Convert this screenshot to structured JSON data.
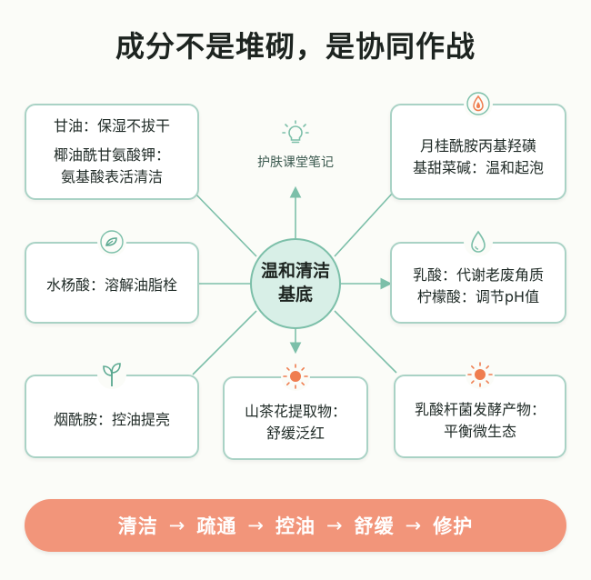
{
  "title": "成分不是堆砌，是协同作战",
  "center": {
    "line1": "温和清洁",
    "line2": "基底"
  },
  "top_note": {
    "label": "护肤课堂笔记",
    "icon": "lightbulb-icon"
  },
  "cards": {
    "glycerin": {
      "lines": [
        "甘油：保湿不拔干",
        "椰油酰甘氨酸钾：",
        "氨基酸表活清洁"
      ]
    },
    "lauramide": {
      "icon": "flame-droplet-icon",
      "lines": [
        "月桂酰胺丙基羟磺",
        "基甜菜碱：温和起泡"
      ]
    },
    "salicylic": {
      "icon": "leaf-circle-icon",
      "lines": [
        "水杨酸：溶解油脂栓"
      ]
    },
    "lactic": {
      "icon": "droplet-icon",
      "lines": [
        "乳酸：代谢老废角质",
        "柠檬酸：调节pH值"
      ]
    },
    "niacinamide": {
      "icon": "sprout-icon",
      "lines": [
        "烟酰胺：控油提亮"
      ]
    },
    "camellia": {
      "icon": "sun-icon",
      "lines": [
        "山茶花提取物：",
        "舒缓泛红"
      ]
    },
    "ferment": {
      "icon": "sun-icon",
      "lines": [
        "乳酸杆菌发酵产物：",
        "平衡微生态"
      ]
    }
  },
  "flow": {
    "steps": [
      "清洁",
      "疏通",
      "控油",
      "舒缓",
      "修护"
    ],
    "arrow": "→"
  },
  "colors": {
    "accent_green": "#7cbfa9",
    "card_border": "#a9d2c5",
    "flow_bg": "#f2957a",
    "icon_orange": "#ef7d4f"
  }
}
